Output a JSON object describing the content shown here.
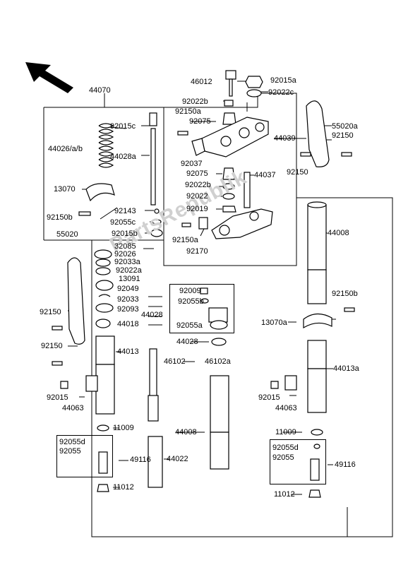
{
  "watermark": "PartsRepublik",
  "labels": {
    "l44070": "44070",
    "l46012": "46012",
    "l92015a": "92015a",
    "l92022b_top": "92022b",
    "l92022c": "92022c",
    "l92150a_top": "92150a",
    "l92075_top": "92075",
    "l92015c": "92015c",
    "l55020a": "55020a",
    "l92150_r1": "92150",
    "l44026": "44026/a/b",
    "l44028a": "44028a",
    "l44039": "44039",
    "l92037": "92037",
    "l92150_mid": "92150",
    "l92075_mid": "92075",
    "l13070": "13070",
    "l92022b_mid": "92022b",
    "l44037": "44037",
    "l92022": "92022",
    "l92150b": "92150b",
    "l92143": "92143",
    "l92019": "92019",
    "l55020": "55020",
    "l92055c": "92055c",
    "l92015b": "92015b",
    "l92150a_mid": "92150a",
    "l44008_top": "44008",
    "l32085": "32085",
    "l92170": "92170",
    "l92026": "92026",
    "l92033a": "92033a",
    "l92022a": "92022a",
    "l13091": "13091",
    "l92049": "92049",
    "l92009": "92009",
    "l92150b_r": "92150b",
    "l92150_l1": "92150",
    "l92033": "92033",
    "l92055b": "92055b",
    "l44028_box": "44028",
    "l92093": "92093",
    "l44018": "44018",
    "l13070a": "13070a",
    "l92055a": "92055a",
    "l92150_l2": "92150",
    "l44028": "44028",
    "l44013": "44013",
    "l46102": "46102",
    "l46102a": "46102a",
    "l44013a": "44013a",
    "l92015_l": "92015",
    "l44063_l": "44063",
    "l92015_r": "92015",
    "l44063_r": "44063",
    "l11009_l": "11009",
    "l44008_bot": "44008",
    "l11009_r": "11009",
    "l92055d_l": "92055d",
    "l92055_l": "92055",
    "l49116_l": "49116",
    "l44022": "44022",
    "l92055d_r": "92055d",
    "l92055_r": "92055",
    "l49116_r": "49116",
    "l11012_l": "11012",
    "l11012_r": "11012"
  }
}
